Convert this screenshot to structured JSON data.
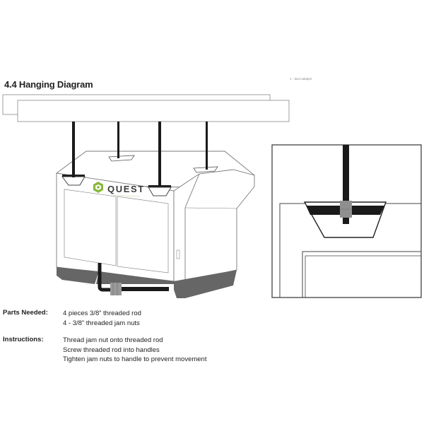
{
  "section": {
    "title": "4.4 Hanging Diagram",
    "callout_note": "1 - duct adapter"
  },
  "unit": {
    "brand": "QUEST",
    "brand_color": "#8ab83a",
    "outline_color": "#7a7a7a",
    "base_color": "#666666",
    "rod_color": "#1a1a1a",
    "coupler_color": "#9a9a9a"
  },
  "parts": {
    "label": "Parts Needed:",
    "items": [
      "4 pieces 3/8” threaded rod",
      "4 - 3/8” threaded jam nuts"
    ]
  },
  "instructions": {
    "label": "Instructions:",
    "steps": [
      "Thread jam nut onto threaded rod",
      "Screw threaded rod into handles",
      "Tighten jam nuts to handle to prevent movement"
    ]
  }
}
